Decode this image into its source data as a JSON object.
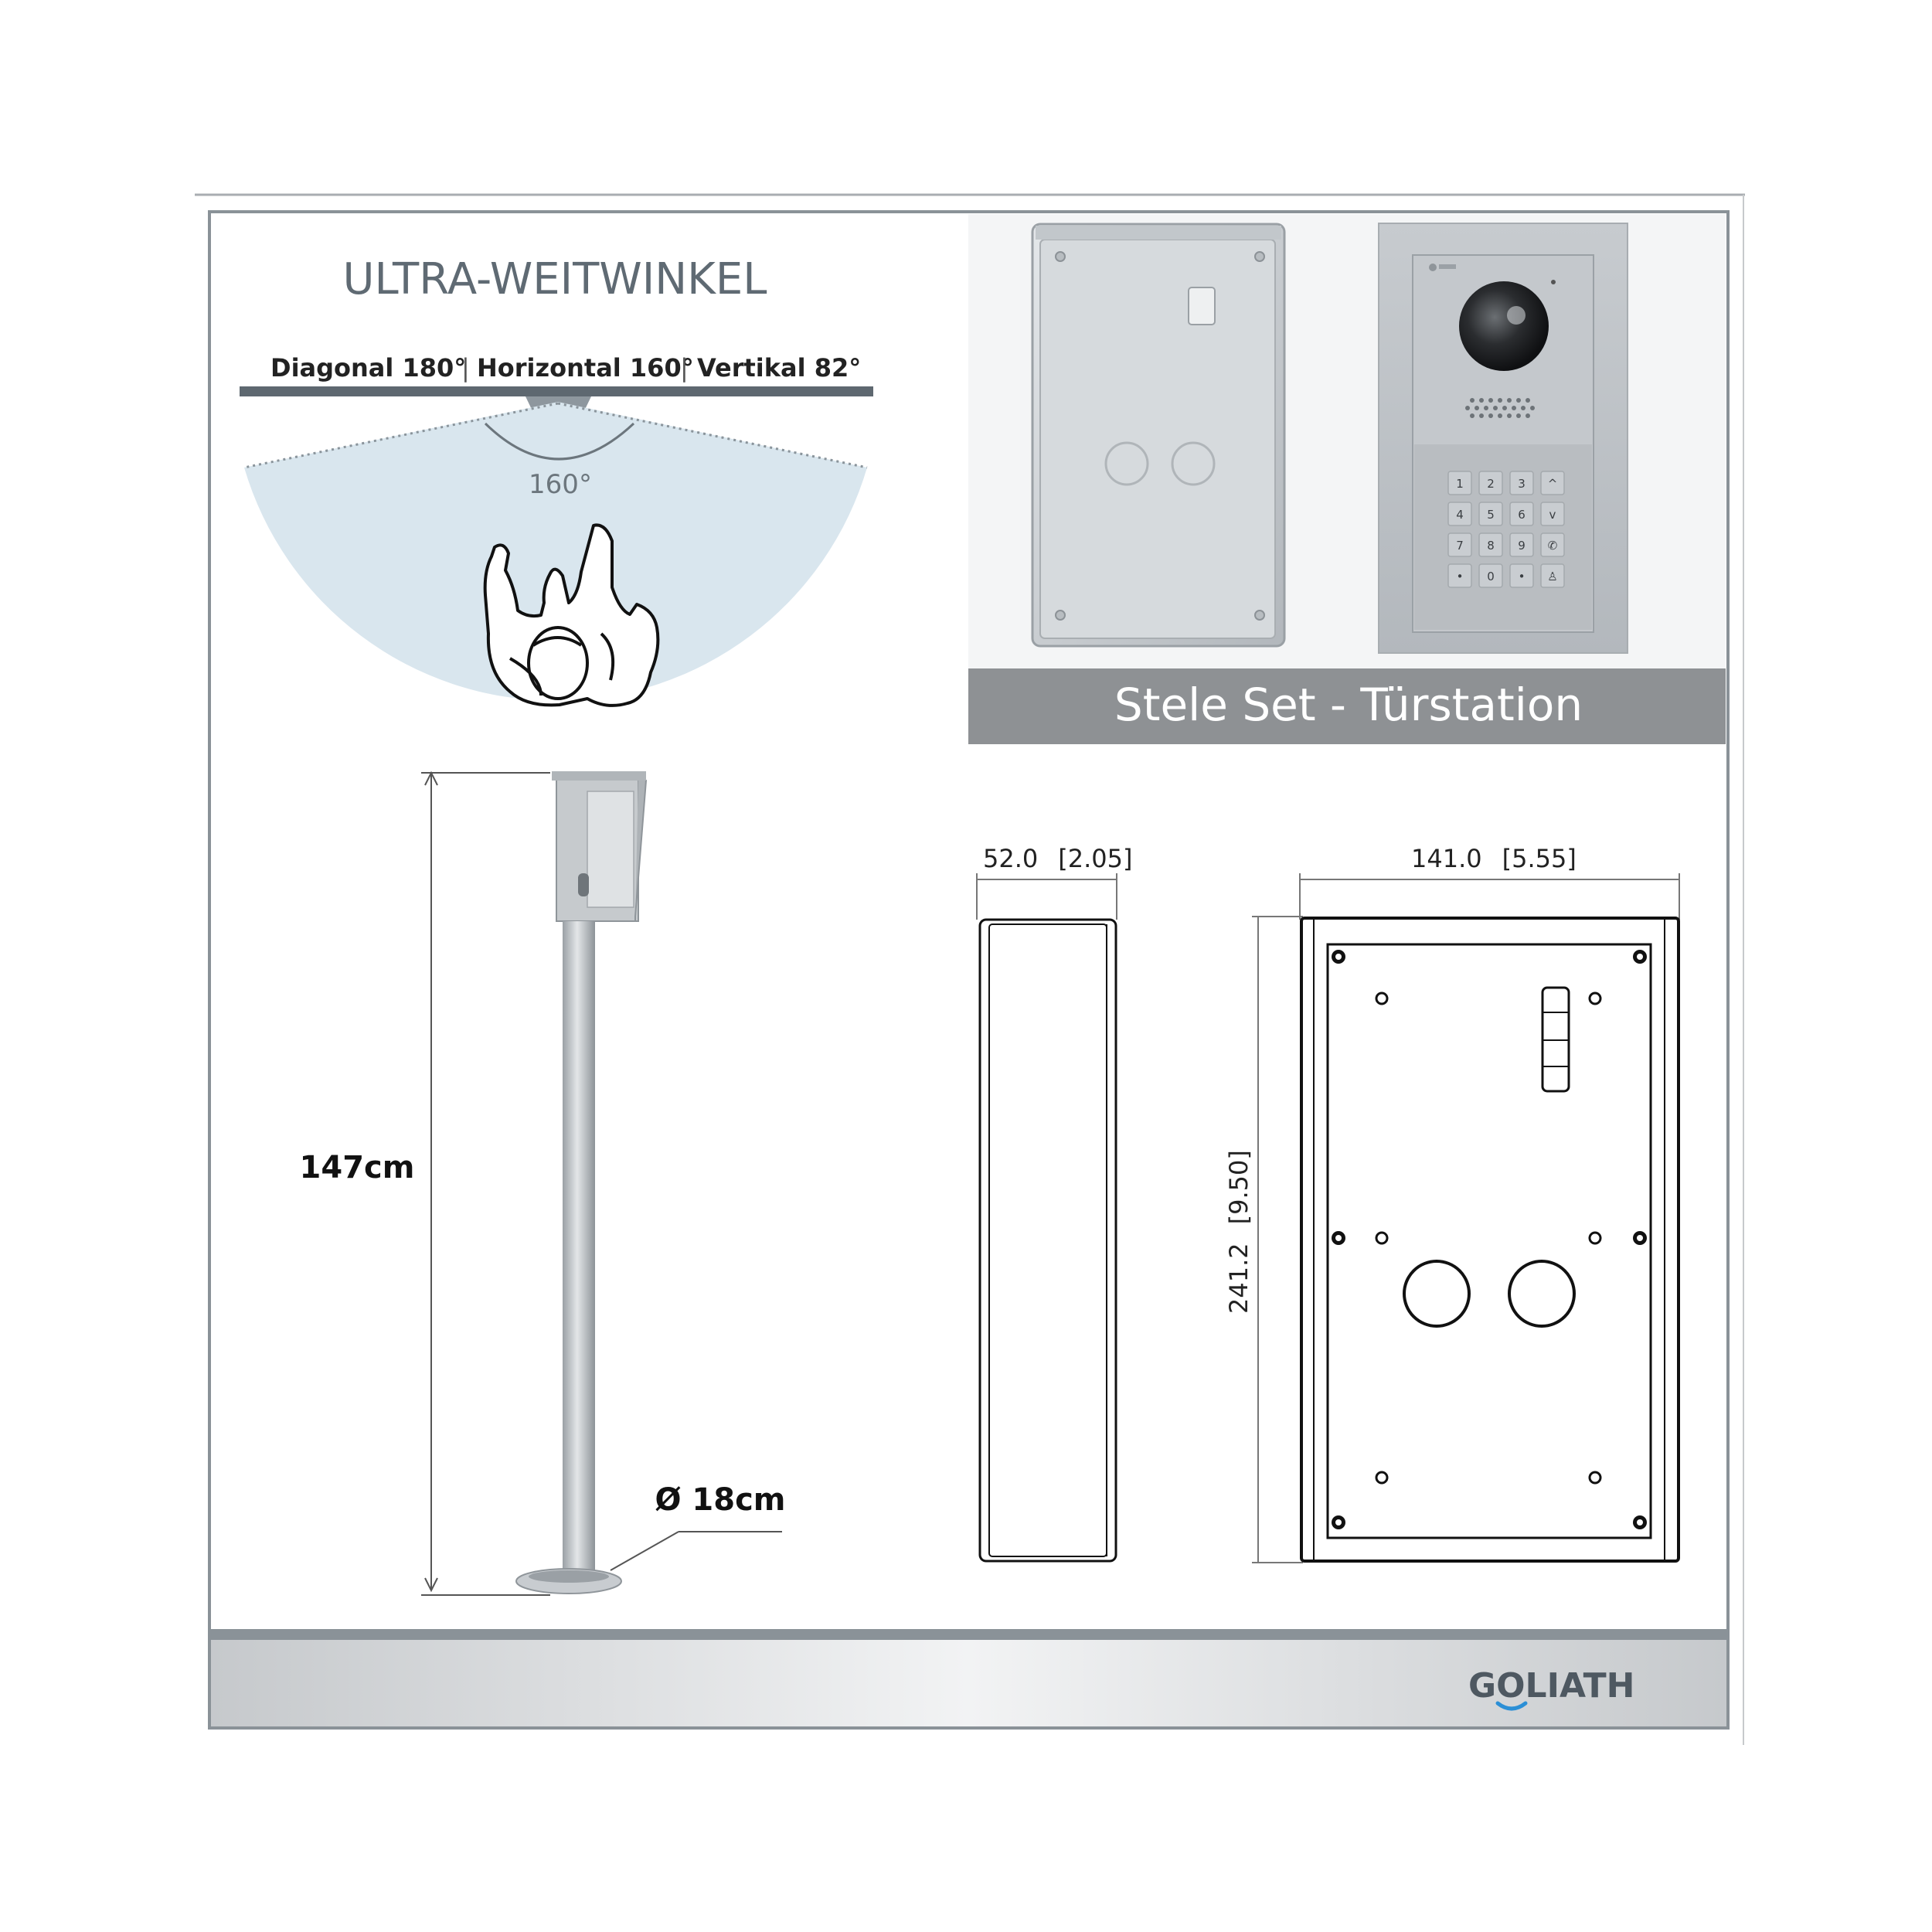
{
  "wide_angle": {
    "title": "ULTRA-WEITWINKEL",
    "diagonal": "Diagonal 180°",
    "horizontal": "Horizontal 160°",
    "vertical": "Vertikal 82°",
    "separator": "|",
    "arc_label": "160°"
  },
  "product": {
    "caption": "Stele Set - Türstation",
    "keypad_keys": [
      "1",
      "2",
      "3",
      "^",
      "4",
      "5",
      "6",
      "v",
      "7",
      "8",
      "9",
      "✆",
      "•",
      "0",
      "•",
      "♙"
    ]
  },
  "stele": {
    "height": "147cm",
    "base_diameter": "Ø 18cm"
  },
  "dimensions": {
    "depth": "52.0",
    "depth_in": "[2.05]",
    "width": "141.0",
    "width_in": "[5.55]",
    "height": "241.2",
    "height_in": "[9.50]"
  },
  "brand": {
    "name_pre": "G",
    "name_o": "O",
    "name_post": "LIATH"
  },
  "colors": {
    "frame": "#8a9298",
    "band_gray": "#8e9194",
    "fov_fill": "#d9e6ee",
    "brand_blue": "#2b8fd6",
    "title_gray": "#5f6a73"
  }
}
